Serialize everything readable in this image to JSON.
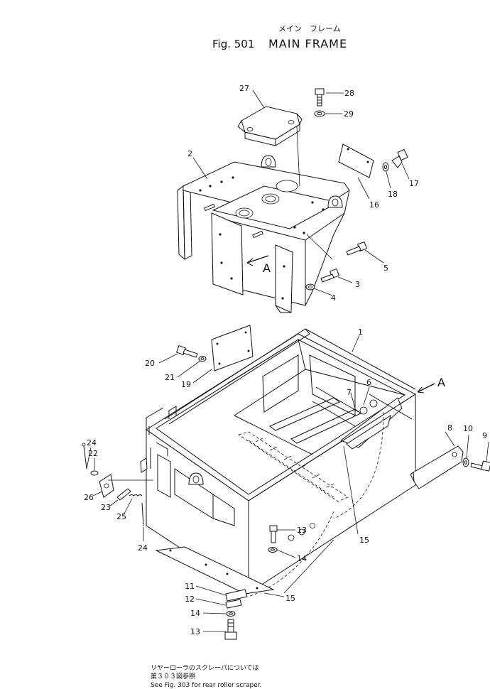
{
  "figure": {
    "kana_title": "メイン　フレーム",
    "number": "Fig. 501",
    "title": "MAIN FRAME"
  },
  "callouts": {
    "c1": "1",
    "c2": "2",
    "c3": "3",
    "c4": "4",
    "c5": "5",
    "c6": "6",
    "c7": "7",
    "c8": "8",
    "c9": "9",
    "c10": "10",
    "c11": "11",
    "c12": "12",
    "c13a": "13",
    "c13b": "13",
    "c14a": "14",
    "c14b": "14",
    "c15a": "15",
    "c15b": "15",
    "c16": "16",
    "c17": "17",
    "c18": "18",
    "c19": "19",
    "c20": "20",
    "c21": "21",
    "c22": "22",
    "c23": "23",
    "c24a": "24",
    "c24b": "24",
    "c25": "25",
    "c26": "26",
    "c27": "27",
    "c28": "28",
    "c29": "29"
  },
  "view_markers": {
    "upper": "A",
    "right": "A"
  },
  "notes": {
    "jp_line1": "リヤーローラのスクレーパについては",
    "jp_line2": "第３０３図参照",
    "en_line": "See Fig. 303 for rear roller scraper."
  }
}
